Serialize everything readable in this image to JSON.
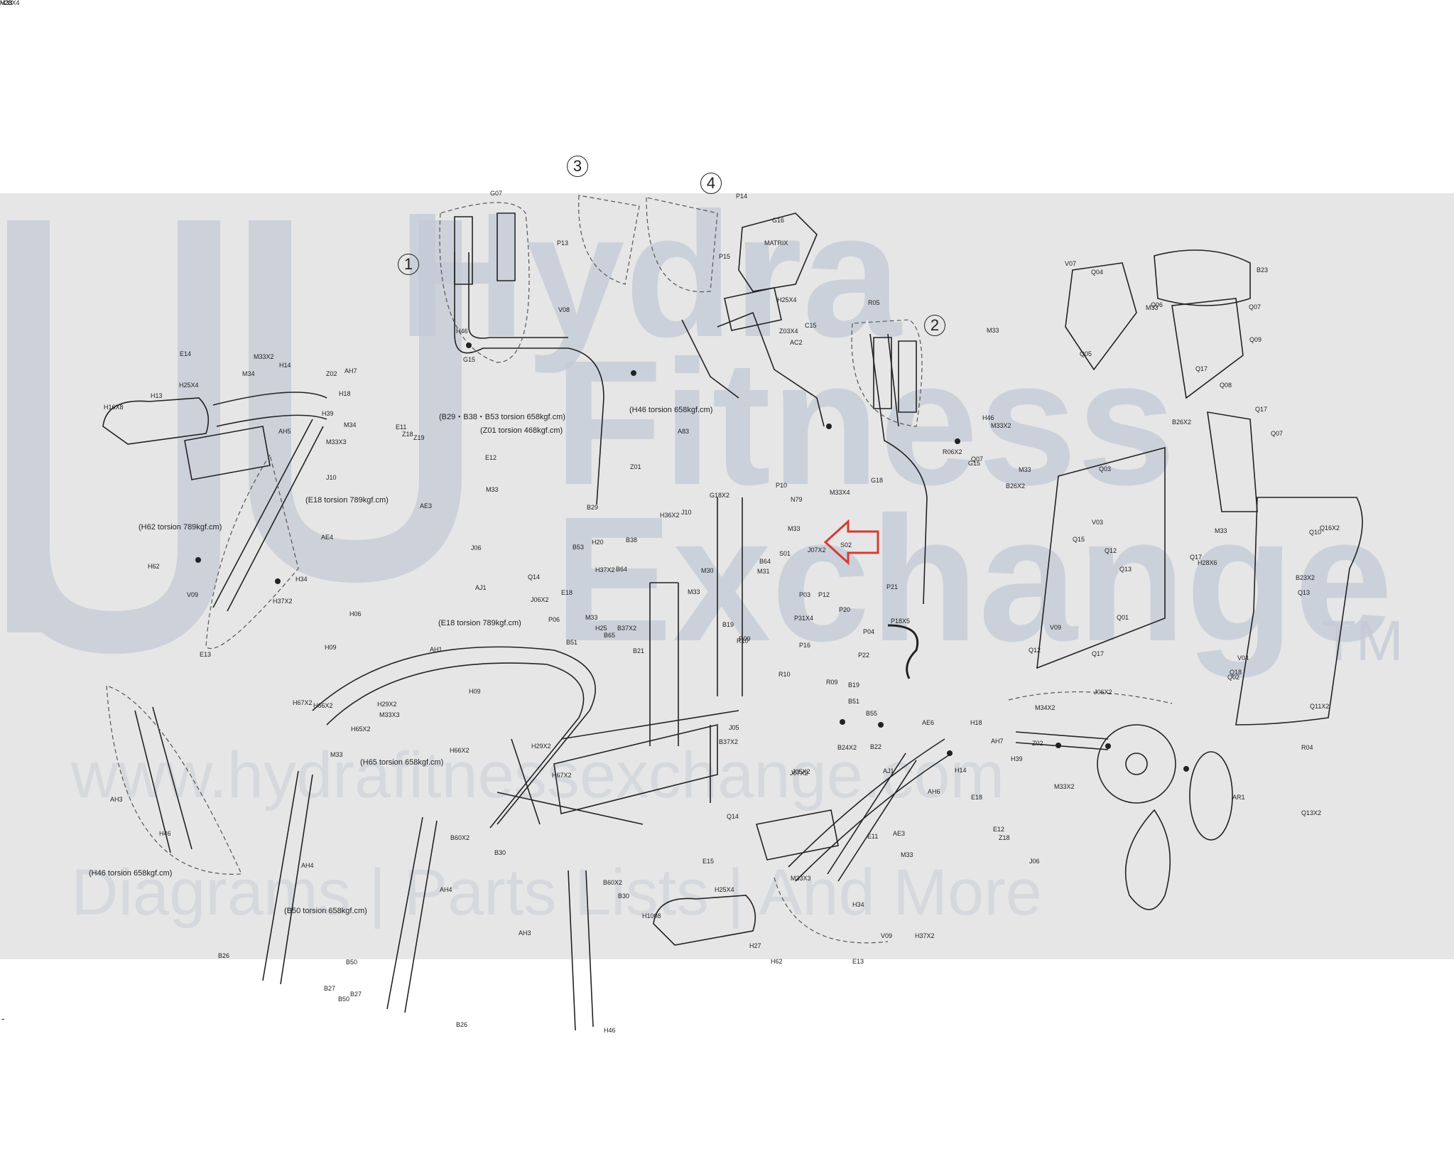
{
  "watermark": {
    "hydra": "Hydra",
    "fitness": "Fitness",
    "exchange": "Exchange",
    "tm": "TM",
    "url": "www.hydrafitnessexchange.com",
    "tagline": "Diagrams | Parts Lists | And More"
  },
  "callouts": {
    "c1": "1",
    "c2": "2",
    "c3": "3",
    "c4": "4"
  },
  "torsion_notes": {
    "t1": "(B29・B38・B53 torsion 658kgf.cm)",
    "t2": "(Z01 torsion 468kgf.cm)",
    "t3": "(H46 torsion 658kgf.cm)",
    "t4": "(E18 torsion 789kgf.cm)",
    "t5": "(H62 torsion 789kgf.cm)",
    "t6": "(E18 torsion 789kgf.cm)",
    "t7": "(H65 torsion 658kgf.cm)",
    "t8": "(H46 torsion 658kgf.cm)",
    "t9": "(B50 torsion 658kgf.cm)"
  },
  "part_labels": [
    "G07",
    "P13",
    "P14",
    "G16",
    "MATRIX",
    "V08",
    "P15",
    "H46",
    "G15",
    "H25X4",
    "Z03X4",
    "C15",
    "AC2",
    "E14",
    "M33X2",
    "H14",
    "M34",
    "H13",
    "H16X8",
    "H25X4",
    "Z02",
    "AH7",
    "H18",
    "M34",
    "H39",
    "AH5",
    "E11",
    "Z18",
    "Z19",
    "M33X3",
    "J10",
    "AE3",
    "E12",
    "M33",
    "AE4",
    "H62",
    "V09",
    "H34",
    "H37X2",
    "E13",
    "H06",
    "H09",
    "H67X2",
    "H66X2",
    "H29X2",
    "M33X3",
    "H65X2",
    "M33",
    "AH3",
    "H46",
    "AH4",
    "AH4",
    "B26",
    "B50",
    "B27",
    "B27",
    "B50",
    "B26",
    "AH3",
    "H46",
    "AH1",
    "H09",
    "H66X2",
    "H29X2",
    "H67X2",
    "B60X2",
    "B30",
    "B60X2",
    "B30",
    "H25X4",
    "E15",
    "H1008",
    "H27",
    "Z01",
    "B29",
    "A83",
    "G18X2",
    "J10",
    "H36X2",
    "B38",
    "P10",
    "N79",
    "M33X4",
    "M33",
    "B53",
    "H20",
    "H37X2",
    "B64",
    "M30",
    "B64",
    "M31",
    "S01",
    "S02",
    "J07X2",
    "J06",
    "Q14",
    "AJ1",
    "E18",
    "J06X2",
    "M33",
    "P03",
    "P12",
    "P21",
    "P20",
    "P18X5",
    "P31X4",
    "P16",
    "P04",
    "P22",
    "P06",
    "M33",
    "H25",
    "B37X2",
    "B65",
    "B51",
    "B21",
    "B19",
    "R09",
    "R10",
    "R10",
    "R09",
    "B19",
    "B51",
    "B55",
    "B24X2",
    "B22",
    "B37X2",
    "J05",
    "J05X2",
    "J07X2",
    "Q14",
    "AJ1",
    "AH6",
    "E18",
    "AE3",
    "E12",
    "Z18",
    "E11",
    "M33",
    "J06",
    "M33X3",
    "H34",
    "V09",
    "H37X2",
    "H62",
    "E13",
    "AE6",
    "H18",
    "AH7",
    "Z02",
    "H14",
    "H39",
    "M33X2",
    "M34X2",
    "J06X2",
    "AR1",
    "Q13X2",
    "R04",
    "R05",
    "R06X2",
    "Q07",
    "G15",
    "G18",
    "H46",
    "V07",
    "Q04",
    "B23",
    "M33",
    "Q05",
    "Q06",
    "Q07",
    "Q09",
    "Q17",
    "M33",
    "M33X2",
    "B26X2",
    "Q17",
    "Q08",
    "Q07",
    "M33",
    "B26X2",
    "Q03",
    "V03",
    "Q15",
    "Q13",
    "Q12",
    "Q01",
    "Q17",
    "V09",
    "Q12",
    "Q17",
    "H28X6",
    "M33",
    "Q10",
    "B23X2",
    "Q13",
    "V04",
    "Q18",
    "Q02",
    "Q11X2",
    "Q16X2",
    "H28X4",
    "M33"
  ]
}
